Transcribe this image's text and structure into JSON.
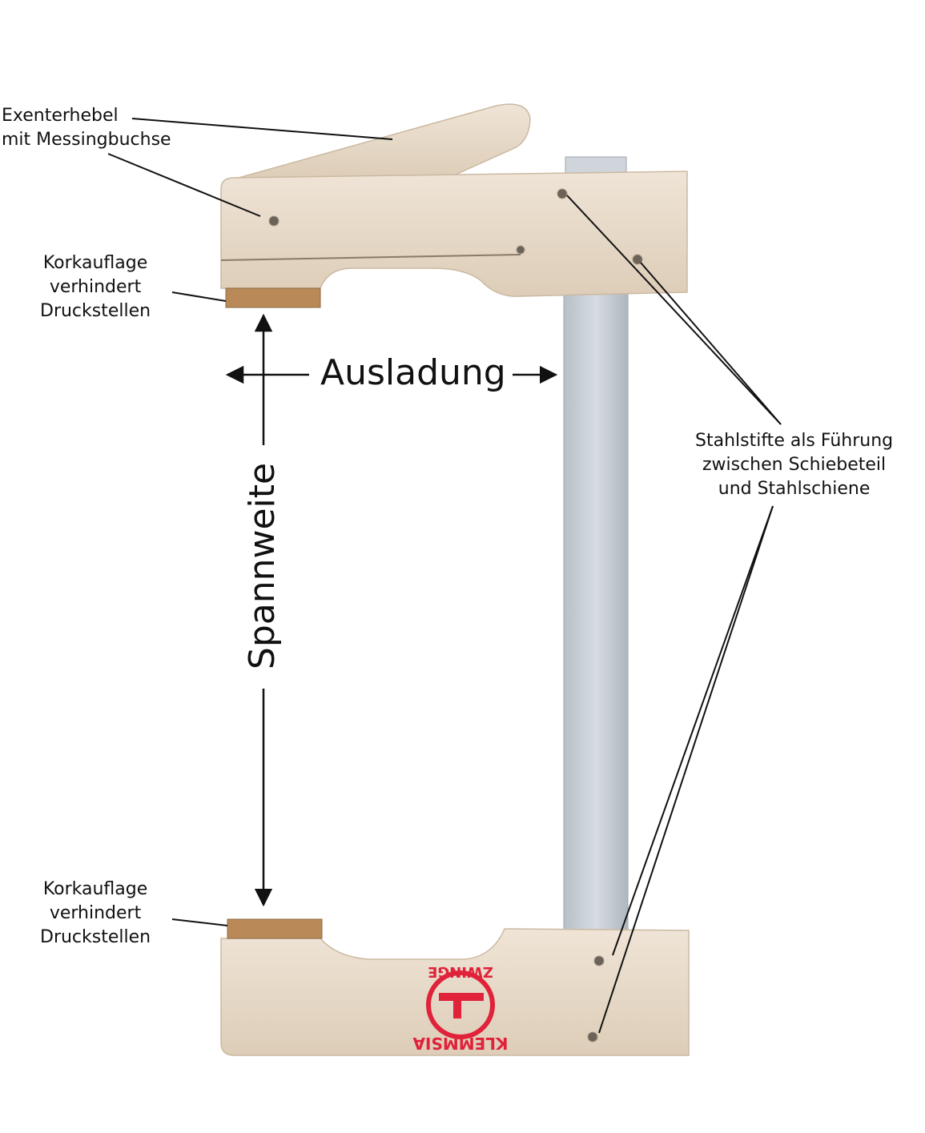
{
  "labels": {
    "lever": [
      "Exenterhebel",
      "mit Messingbuchse"
    ],
    "cork_top": [
      "Korkauflage",
      "verhindert",
      "Druckstellen"
    ],
    "cork_bottom": [
      "Korkauflage",
      "verhindert",
      "Druckstellen"
    ],
    "pins": [
      "Stahlstifte als Führung",
      "zwischen Schiebeteil",
      "und Stahlschiene"
    ],
    "reach": "Ausladung",
    "span": "Spannweite"
  },
  "logo": {
    "text_top": "ZWINGE",
    "text_bottom": "KLEMMSIA",
    "color": "#e0223a"
  },
  "colors": {
    "wood": "#e9dccb",
    "wood_shade": "#d9c8b2",
    "cork": "#b98a58",
    "steel": "#c9d0d6",
    "steel_shade": "#aab3bb"
  }
}
